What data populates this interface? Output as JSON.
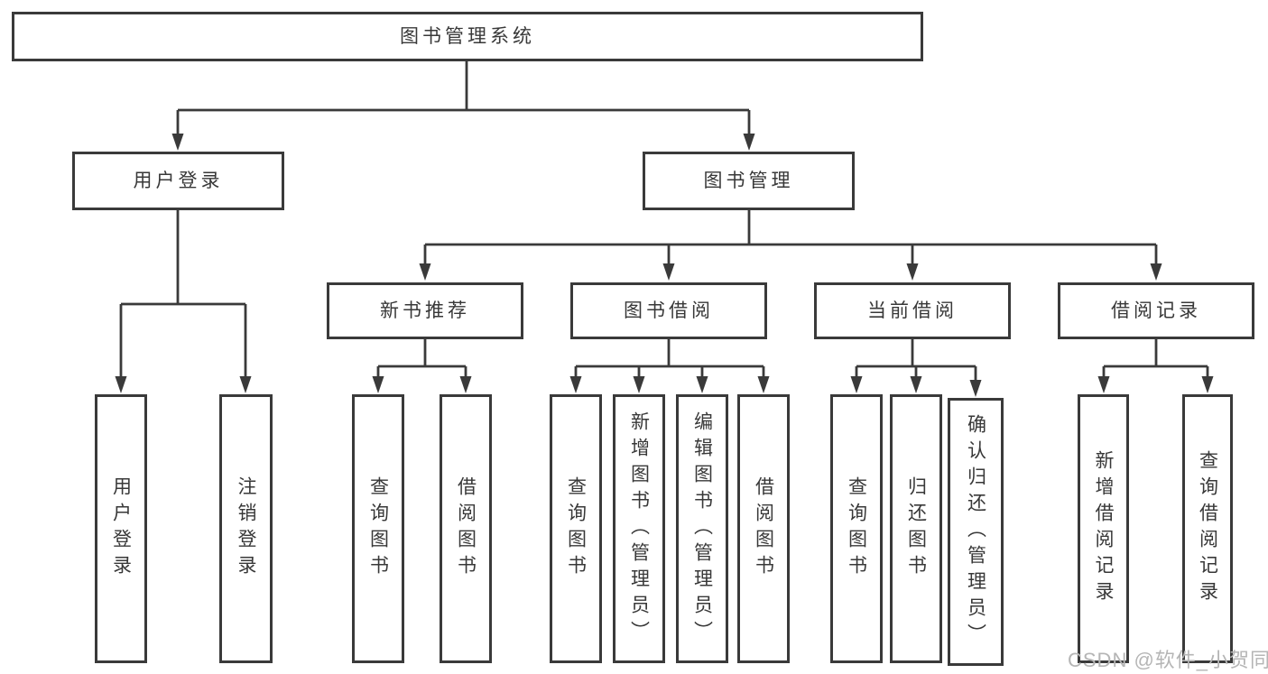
{
  "watermark": "CSDN @软件_小贺同学",
  "colors": {
    "line": "#3a3a3a",
    "text": "#383838",
    "background": "#ffffff",
    "watermark": "#b5b5b5"
  },
  "tree": {
    "root": "图书管理系统",
    "branches": [
      {
        "label": "用户登录",
        "children": [
          "用户登录",
          "注销登录"
        ]
      },
      {
        "label": "图书管理",
        "groups": [
          {
            "label": "新书推荐",
            "children": [
              "查询图书",
              "借阅图书"
            ]
          },
          {
            "label": "图书借阅",
            "children": [
              "查询图书",
              "新增图书（管理员）",
              "编辑图书（管理员）",
              "借阅图书"
            ]
          },
          {
            "label": "当前借阅",
            "children": [
              "查询图书",
              "归还图书",
              "确认归还（管理员）"
            ]
          },
          {
            "label": "借阅记录",
            "children": [
              "新增借阅记录",
              "查询借阅记录"
            ]
          }
        ]
      }
    ]
  }
}
